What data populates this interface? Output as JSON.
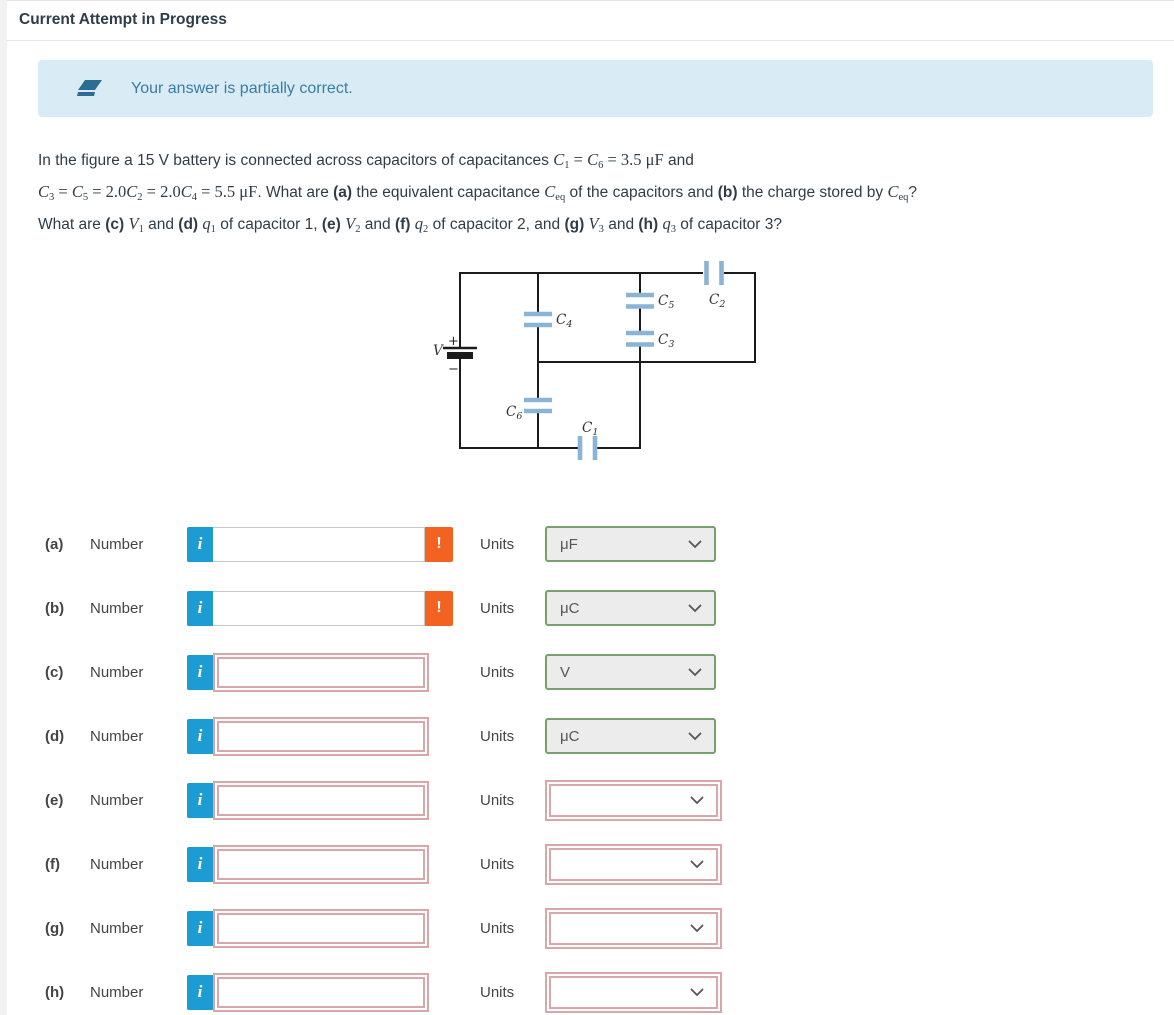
{
  "theme": {
    "accent_blue": "#1d9bd3",
    "warning_orange": "#f26322",
    "error_pink": "#d8a7a9",
    "valid_green": "#78a06f",
    "banner_bg": "#d9ecf5",
    "banner_text": "#3a7ca5",
    "heading_text": "#2e3d49",
    "plate_blue": "#8ab4d6",
    "select_bg": "#ececec"
  },
  "header": {
    "title": "Current Attempt in Progress"
  },
  "banner": {
    "icon": "eraser-icon",
    "text": "Your answer is partially correct."
  },
  "problem": {
    "segments": [
      {
        "t": "In the figure a 15 V battery is connected across capacitors of capacitances ",
        "c": "p"
      },
      {
        "t": "C",
        "c": "i"
      },
      {
        "t": "1",
        "c": "s"
      },
      {
        "t": " = ",
        "c": "r"
      },
      {
        "t": "C",
        "c": "i"
      },
      {
        "t": "6",
        "c": "s"
      },
      {
        "t": " = 3.5 μF",
        "c": "r"
      },
      {
        "t": " and",
        "c": "p"
      },
      {
        "c": "br"
      },
      {
        "t": "C",
        "c": "i"
      },
      {
        "t": "3",
        "c": "s"
      },
      {
        "t": " = ",
        "c": "r"
      },
      {
        "t": "C",
        "c": "i"
      },
      {
        "t": "5",
        "c": "s"
      },
      {
        "t": " = 2.0",
        "c": "r"
      },
      {
        "t": "C",
        "c": "i"
      },
      {
        "t": "2",
        "c": "s"
      },
      {
        "t": " = 2.0",
        "c": "r"
      },
      {
        "t": "C",
        "c": "i"
      },
      {
        "t": "4",
        "c": "s"
      },
      {
        "t": " = 5.5 μF",
        "c": "r"
      },
      {
        "t": ". What are ",
        "c": "p"
      },
      {
        "t": "(a)",
        "c": "b"
      },
      {
        "t": " the equivalent capacitance ",
        "c": "p"
      },
      {
        "t": "C",
        "c": "i"
      },
      {
        "t": "eq",
        "c": "s"
      },
      {
        "t": " of the capacitors and ",
        "c": "p"
      },
      {
        "t": "(b)",
        "c": "b"
      },
      {
        "t": " the charge stored by ",
        "c": "p"
      },
      {
        "t": "C",
        "c": "i"
      },
      {
        "t": "eq",
        "c": "s"
      },
      {
        "t": "?",
        "c": "p"
      },
      {
        "c": "br"
      },
      {
        "t": "What are ",
        "c": "p"
      },
      {
        "t": "(c)",
        "c": "b"
      },
      {
        "t": " ",
        "c": "p"
      },
      {
        "t": "V",
        "c": "i"
      },
      {
        "t": "1",
        "c": "s"
      },
      {
        "t": " and ",
        "c": "p"
      },
      {
        "t": "(d)",
        "c": "b"
      },
      {
        "t": " ",
        "c": "p"
      },
      {
        "t": "q",
        "c": "i"
      },
      {
        "t": "1",
        "c": "s"
      },
      {
        "t": " of capacitor 1, ",
        "c": "p"
      },
      {
        "t": "(e)",
        "c": "b"
      },
      {
        "t": " ",
        "c": "p"
      },
      {
        "t": "V",
        "c": "i"
      },
      {
        "t": "2",
        "c": "s"
      },
      {
        "t": " and ",
        "c": "p"
      },
      {
        "t": "(f)",
        "c": "b"
      },
      {
        "t": " ",
        "c": "p"
      },
      {
        "t": "q",
        "c": "i"
      },
      {
        "t": "2",
        "c": "s"
      },
      {
        "t": " of capacitor 2, and ",
        "c": "p"
      },
      {
        "t": "(g)",
        "c": "b"
      },
      {
        "t": " ",
        "c": "p"
      },
      {
        "t": "V",
        "c": "i"
      },
      {
        "t": "3",
        "c": "s"
      },
      {
        "t": " and ",
        "c": "p"
      },
      {
        "t": "(h)",
        "c": "b"
      },
      {
        "t": " ",
        "c": "p"
      },
      {
        "t": "q",
        "c": "i"
      },
      {
        "t": "3",
        "c": "s"
      },
      {
        "t": " of capacitor 3?",
        "c": "p"
      }
    ]
  },
  "circuit": {
    "battery_label": "V",
    "plus": "+",
    "minus": "−",
    "labels": {
      "c1": {
        "base": "C",
        "sub": "1"
      },
      "c2": {
        "base": "C",
        "sub": "2"
      },
      "c3": {
        "base": "C",
        "sub": "3"
      },
      "c4": {
        "base": "C",
        "sub": "4"
      },
      "c5": {
        "base": "C",
        "sub": "5"
      },
      "c6": {
        "base": "C",
        "sub": "6"
      }
    }
  },
  "form": {
    "rows": [
      {
        "label": "(a)",
        "field_label": "Number",
        "info": "i",
        "warn": "!",
        "input_value": "",
        "input_state": "warn",
        "units_label": "Units",
        "unit_value": "μF",
        "select_state": "valid"
      },
      {
        "label": "(b)",
        "field_label": "Number",
        "info": "i",
        "warn": "!",
        "input_value": "",
        "input_state": "warn",
        "units_label": "Units",
        "unit_value": "μC",
        "select_state": "valid"
      },
      {
        "label": "(c)",
        "field_label": "Number",
        "info": "i",
        "warn": "",
        "input_value": "",
        "input_state": "error",
        "units_label": "Units",
        "unit_value": "V",
        "select_state": "valid"
      },
      {
        "label": "(d)",
        "field_label": "Number",
        "info": "i",
        "warn": "",
        "input_value": "",
        "input_state": "error",
        "units_label": "Units",
        "unit_value": "μC",
        "select_state": "valid"
      },
      {
        "label": "(e)",
        "field_label": "Number",
        "info": "i",
        "warn": "",
        "input_value": "",
        "input_state": "error",
        "units_label": "Units",
        "unit_value": "",
        "select_state": "error"
      },
      {
        "label": "(f)",
        "field_label": "Number",
        "info": "i",
        "warn": "",
        "input_value": "",
        "input_state": "error",
        "units_label": "Units",
        "unit_value": "",
        "select_state": "error"
      },
      {
        "label": "(g)",
        "field_label": "Number",
        "info": "i",
        "warn": "",
        "input_value": "",
        "input_state": "error",
        "units_label": "Units",
        "unit_value": "",
        "select_state": "error"
      },
      {
        "label": "(h)",
        "field_label": "Number",
        "info": "i",
        "warn": "",
        "input_value": "",
        "input_state": "error",
        "units_label": "Units",
        "unit_value": "",
        "select_state": "error"
      }
    ]
  }
}
